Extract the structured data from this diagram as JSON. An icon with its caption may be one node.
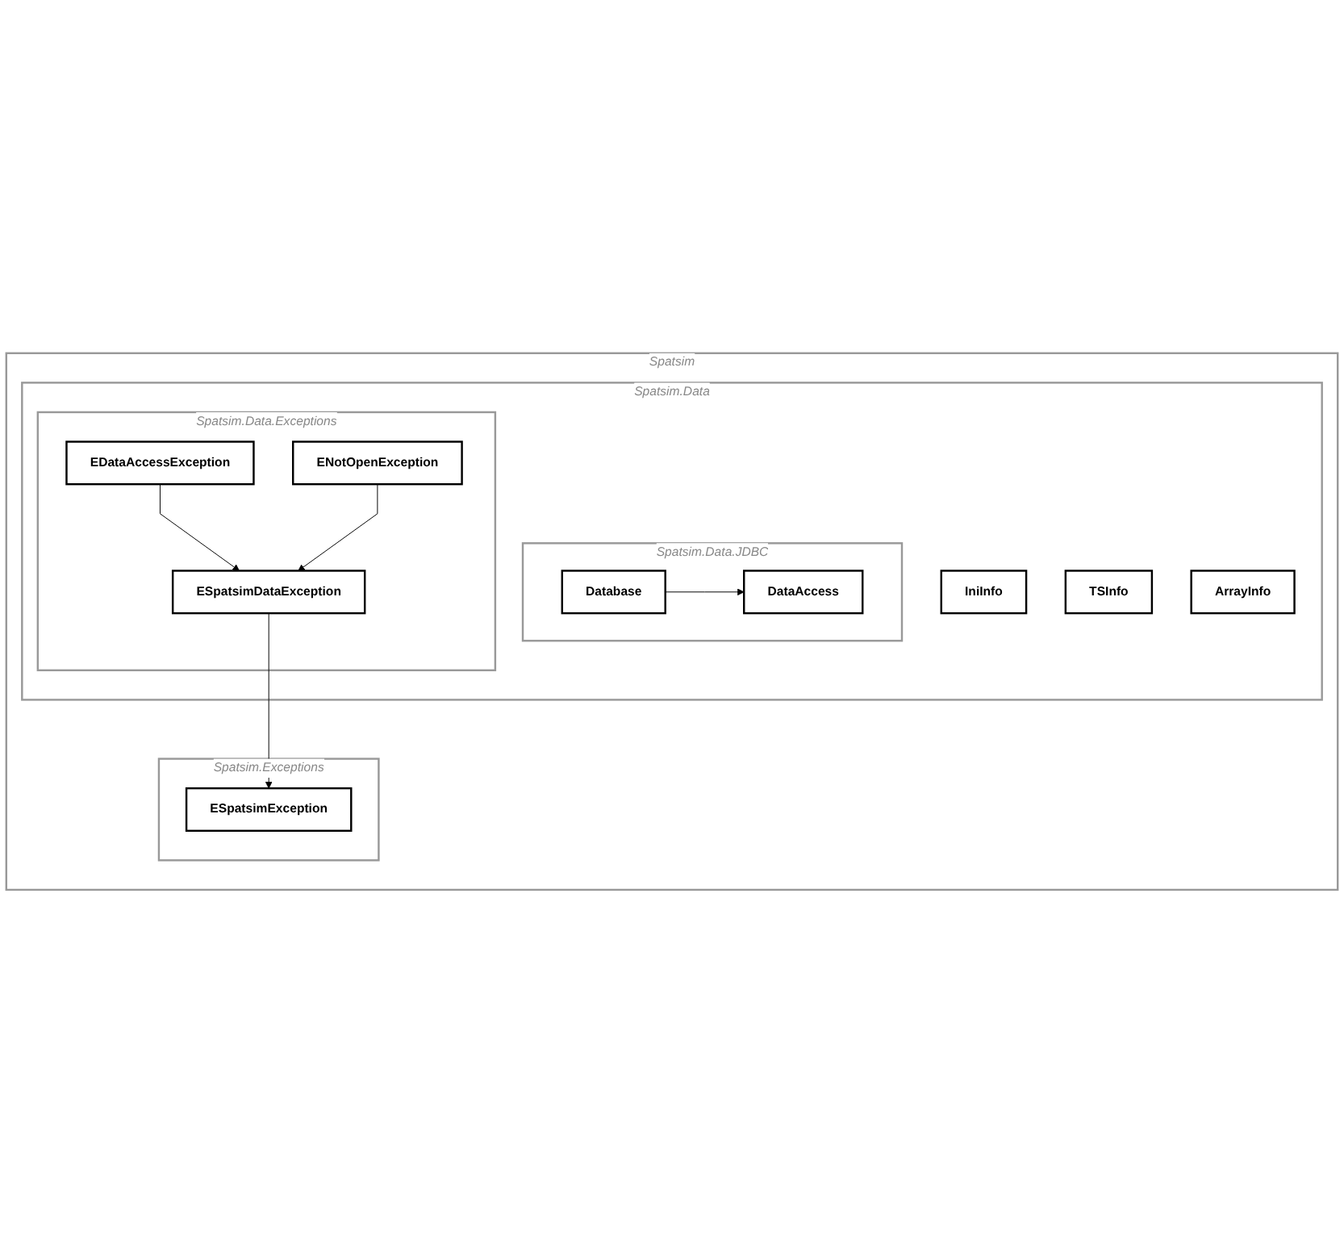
{
  "diagram": {
    "nodes": [
      {
        "text": [
          "Spatsim"
        ]
      },
      {
        "text": [
          "Spatsim.Data"
        ],
        "in": 0
      },
      {
        "text": [
          "Spatsim.Data.JDBC"
        ],
        "in": 1
      },
      {
        "text": [
          "DataAccess"
        ],
        "in": 2
      },
      {
        "text": [
          "Database"
        ],
        "in": 2
      },
      {
        "text": [
          "Spatsim.Data.Exceptions"
        ],
        "in": 1
      },
      {
        "text": [
          "ESpatsimDataException"
        ],
        "in": 5
      },
      {
        "text": [
          "EDataAccessException"
        ],
        "in": 5
      },
      {
        "text": [
          "ENotOpenException"
        ],
        "in": 5
      },
      {
        "text": [
          "IniInfo"
        ],
        "in": 1
      },
      {
        "text": [
          "TSInfo"
        ],
        "in": 1
      },
      {
        "text": [
          "ArrayInfo"
        ],
        "in": 1
      },
      {
        "text": [
          "Spatsim.Exceptions"
        ],
        "in": 0
      },
      {
        "text": [
          "ESpatsimException"
        ],
        "in": 12
      }
    ],
    "edges": [
      {
        "from": 4,
        "to": 3,
        "arrow": "to"
      },
      {
        "from": 7,
        "to": 6,
        "arrow": "to"
      },
      {
        "from": 8,
        "to": 6,
        "arrow": "to"
      },
      {
        "from": 6,
        "to": 13,
        "arrow": "to"
      }
    ]
  }
}
